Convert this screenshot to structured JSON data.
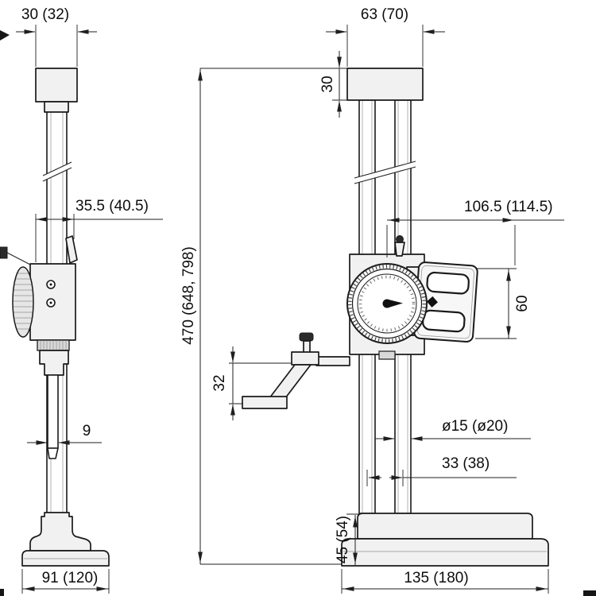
{
  "page": {
    "background": "#ffffff",
    "line_color": "#1a1a1a",
    "fill_light": "#f1f1f1"
  },
  "drawing": {
    "kind": "technical-dimension-drawing",
    "subject": "dial height gauge, side view and front view",
    "labels": {
      "top_width_side": "30 (32)",
      "top_width_front": "63 (70)",
      "cap_height": "30",
      "slider_depth": "35.5 (40.5)",
      "max_reach": "106.5 (114.5)",
      "overall_height": "470 (648, 798)",
      "display_height": "60",
      "crank_drop": "32",
      "scriber_thickness": "9",
      "column_diameter": "ø15 (ø20)",
      "column_spacing": "33 (38)",
      "base_height": "45 (54)",
      "base_width_side": "91 (120)",
      "base_width_front": "135 (180)"
    }
  }
}
